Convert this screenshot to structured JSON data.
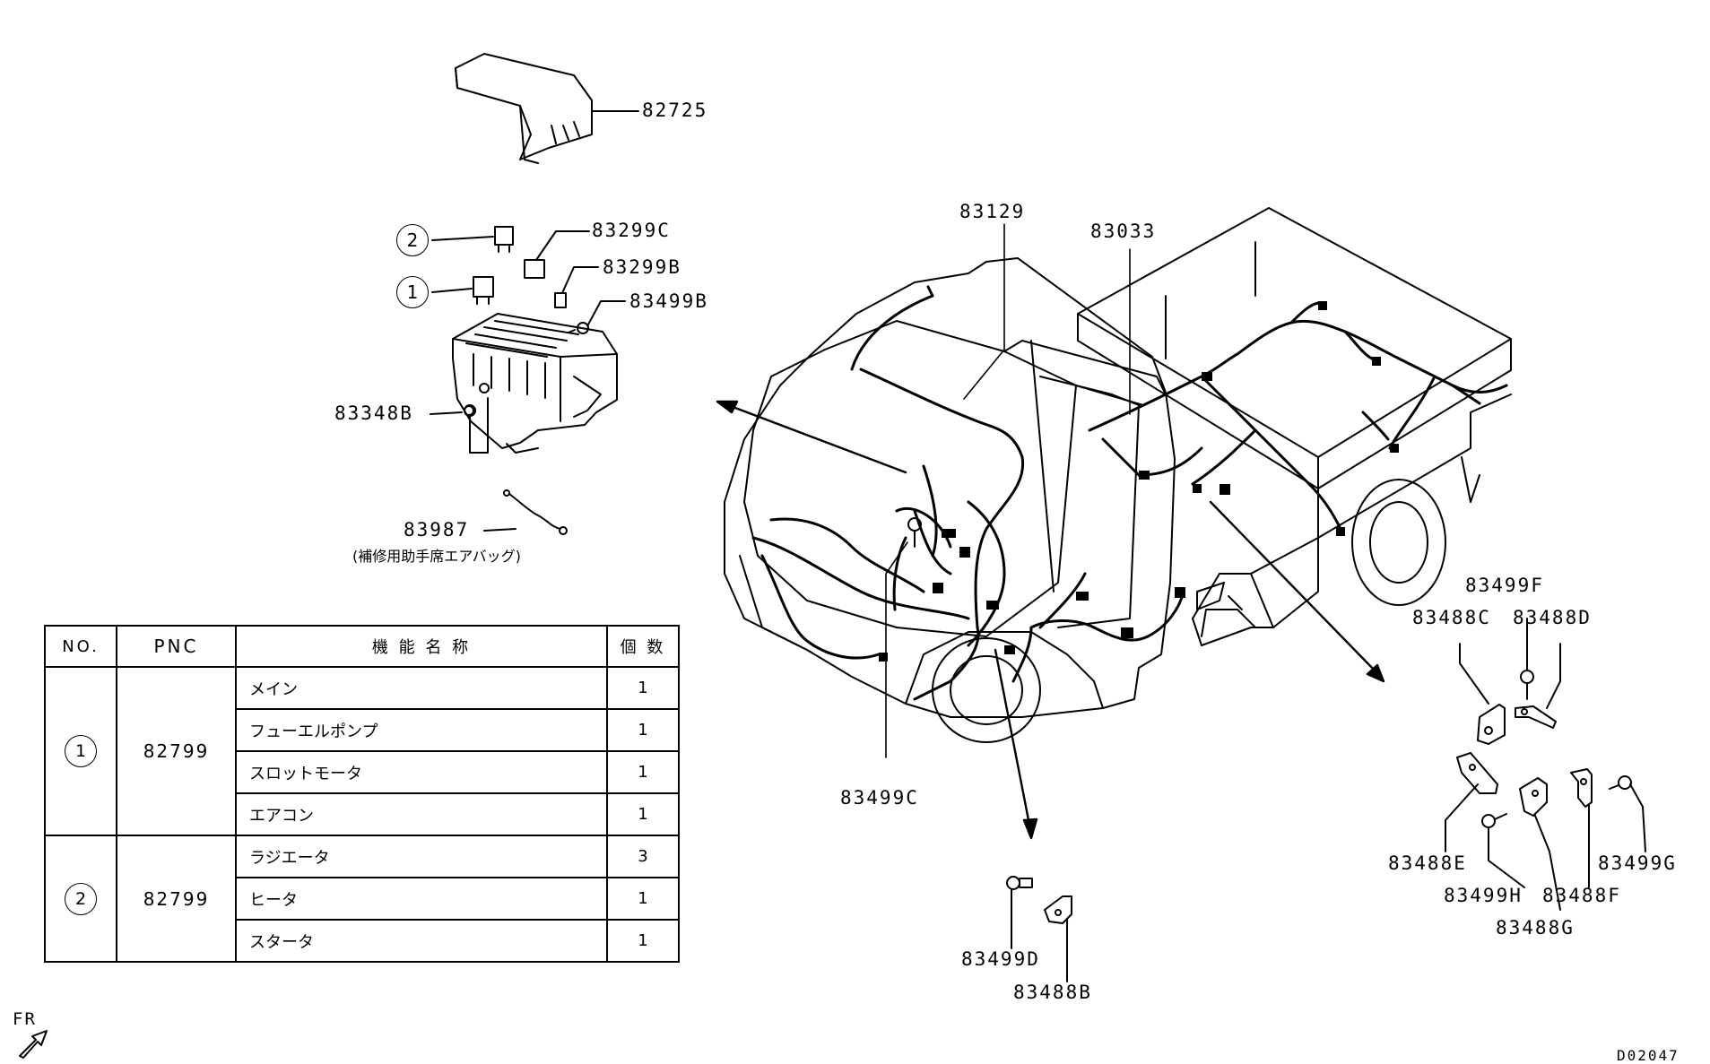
{
  "part_labels": {
    "p82725": "82725",
    "p83299C": "83299C",
    "p83299B": "83299B",
    "p83499B": "83499B",
    "p83348B": "83348B",
    "p83987": "83987",
    "p83987_note": "(補修用助手席エアバッグ)",
    "p83129": "83129",
    "p83033": "83033",
    "p83499C": "83499C",
    "p83499F": "83499F",
    "p83488C": "83488C",
    "p83488D": "83488D",
    "p83488E": "83488E",
    "p83499H": "83499H",
    "p83488F": "83488F",
    "p83499G": "83499G",
    "p83488G": "83488G",
    "p83499D": "83499D",
    "p83488B": "83488B"
  },
  "callouts": {
    "one": "1",
    "two": "2"
  },
  "direction": {
    "label": "FR"
  },
  "drawing_id": "D02047",
  "table": {
    "headers": {
      "no": "NO.",
      "pnc": "PNC",
      "name": "機 能 名 称",
      "qty": "個 数"
    },
    "groups": [
      {
        "no": "1",
        "pnc": "82799",
        "rows": [
          {
            "name": "メイン",
            "qty": "1"
          },
          {
            "name": "フューエルポンプ",
            "qty": "1"
          },
          {
            "name": "スロットモータ",
            "qty": "1"
          },
          {
            "name": "エアコン",
            "qty": "1"
          }
        ]
      },
      {
        "no": "2",
        "pnc": "82799",
        "rows": [
          {
            "name": "ラジエータ",
            "qty": "3"
          },
          {
            "name": "ヒータ",
            "qty": "1"
          },
          {
            "name": "スタータ",
            "qty": "1"
          }
        ]
      }
    ]
  }
}
